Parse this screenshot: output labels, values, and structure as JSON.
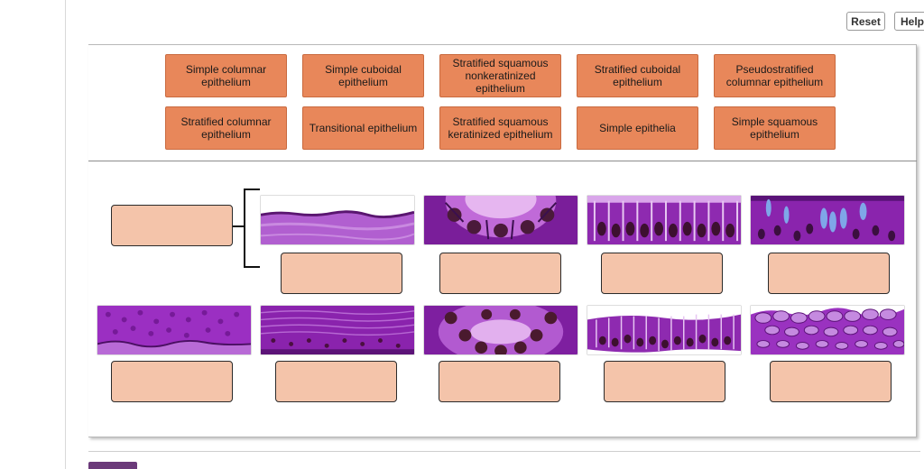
{
  "toolbar": {
    "reset_label": "Reset",
    "help_label": "Help"
  },
  "bank": {
    "tiles": [
      "Simple columnar epithelium",
      "Simple cuboidal epithelium",
      "Stratified squamous nonkeratinized epithelium",
      "Stratified cuboidal epithelium",
      "Pseudostratified columnar epithelium",
      "Stratified columnar epithelium",
      "Transitional epithelium",
      "Stratified squamous keratinized epithelium",
      "Simple epithelia",
      "Simple squamous epithelium"
    ]
  },
  "colors": {
    "tile": "#e8875a",
    "drop_target": "#f4c4aa",
    "stain": "#8e2ab0"
  },
  "images": [
    "simple-squamous-tissue-image",
    "simple-cuboidal-tissue-image",
    "simple-columnar-tissue-image",
    "pseudostratified-tissue-image",
    "keratinized-squamous-tissue-image",
    "nonkeratinized-squamous-tissue-image",
    "stratified-cuboidal-tissue-image",
    "stratified-columnar-tissue-image",
    "transitional-tissue-image"
  ]
}
